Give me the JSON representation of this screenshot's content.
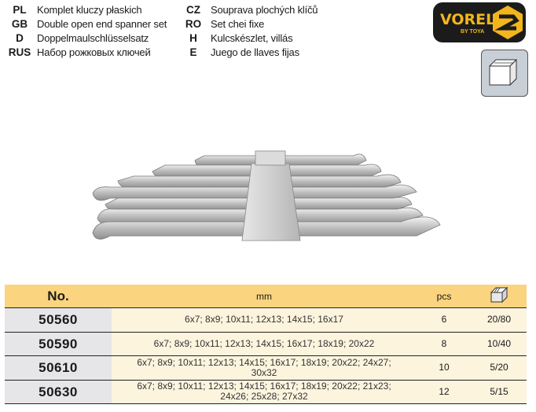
{
  "translations": [
    {
      "code": "PL",
      "text": "Komplet kluczy płaskich"
    },
    {
      "code": "GB",
      "text": "Double open end spanner set"
    },
    {
      "code": "D",
      "text": "Doppelmaulschlüsselsatz"
    },
    {
      "code": "RUS",
      "text": "Набор рожковых ключей"
    },
    {
      "code": "CZ",
      "text": "Souprava plochých klíčů"
    },
    {
      "code": "RO",
      "text": "Set chei fixe"
    },
    {
      "code": "H",
      "text": "Kulcskészlet, villás"
    },
    {
      "code": "E",
      "text": "Juego de llaves fijas"
    }
  ],
  "brand": {
    "name": "VOREL",
    "sub": "BY TOYA",
    "color": "#f2b61c",
    "bg": "#1b1b1b"
  },
  "icons": {
    "pack": "package-box-icon",
    "product": "spanner-set-image"
  },
  "table": {
    "headers": {
      "no": "No.",
      "mm": "mm",
      "pcs": "pcs",
      "pack": "package-box-icon"
    },
    "colors": {
      "header": "#fbd47f",
      "no_col": "#e6e6e8",
      "body": "#fdf4de"
    },
    "rows": [
      {
        "no": "50560",
        "mm": "6x7; 8x9; 10x11; 12x13; 14x15; 16x17",
        "pcs": "6",
        "pack": "20/80"
      },
      {
        "no": "50590",
        "mm": "6x7; 8x9; 10x11; 12x13; 14x15; 16x17; 18x19; 20x22",
        "pcs": "8",
        "pack": "10/40"
      },
      {
        "no": "50610",
        "mm": "6x7; 8x9; 10x11; 12x13; 14x15; 16x17; 18x19; 20x22; 24x27; 30x32",
        "pcs": "10",
        "pack": "5/20"
      },
      {
        "no": "50630",
        "mm": "6x7; 8x9; 10x11; 12x13; 14x15; 16x17; 18x19; 20x22; 21x23; 24x26; 25x28; 27x32",
        "pcs": "12",
        "pack": "5/15"
      }
    ]
  }
}
